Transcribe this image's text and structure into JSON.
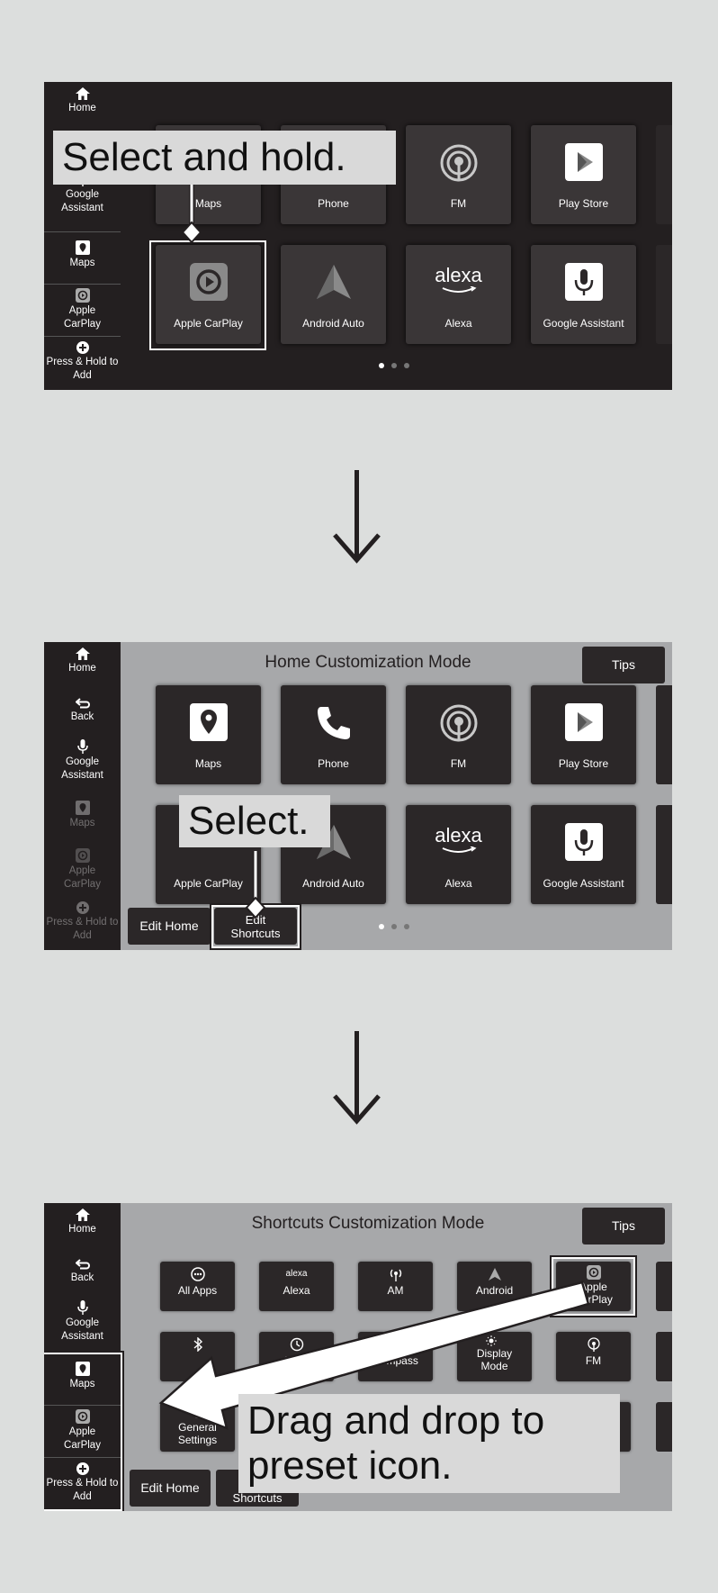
{
  "colors": {
    "dark": "#231f20",
    "tile": "#2b2728",
    "callout_bg": "#d9d9d9",
    "panel_gray": "#a7a8aa"
  },
  "sidebar": {
    "home": "Home",
    "back": "Back",
    "google_assistant": "Google Assistant",
    "maps": "Maps",
    "apple_carplay": "Apple CarPlay",
    "press_hold_add": "Press & Hold to Add"
  },
  "screen1": {
    "callout": "Select and hold.",
    "tiles": [
      "Maps",
      "Phone",
      "FM",
      "Play Store",
      "Apple CarPlay",
      "Android Auto",
      "Alexa",
      "Google Assistant"
    ],
    "alexa_logo": "alexa"
  },
  "screen2": {
    "title": "Home Customization Mode",
    "tips": "Tips",
    "callout": "Select.",
    "tiles": [
      "Maps",
      "Phone",
      "FM",
      "Play Store",
      "Apple CarPlay",
      "Android Auto",
      "Alexa",
      "Google Assistant"
    ],
    "alexa_logo": "alexa",
    "edit_home": "Edit Home",
    "edit_shortcuts": "Edit Shortcuts"
  },
  "screen3": {
    "title": "Shortcuts Customization Mode",
    "tips": "Tips",
    "callout": "Drag and drop to preset icon.",
    "row1": [
      "All Apps",
      "Alexa",
      "AM",
      "Android",
      "Apple CarPlay"
    ],
    "row2": [
      "Clock",
      "Compass",
      "Display Mode",
      "FM"
    ],
    "row3": [
      "General Settings"
    ],
    "alexa_small": "alexa",
    "edit_home": "Edit Home",
    "edit_shortcuts": "Shortcuts"
  }
}
